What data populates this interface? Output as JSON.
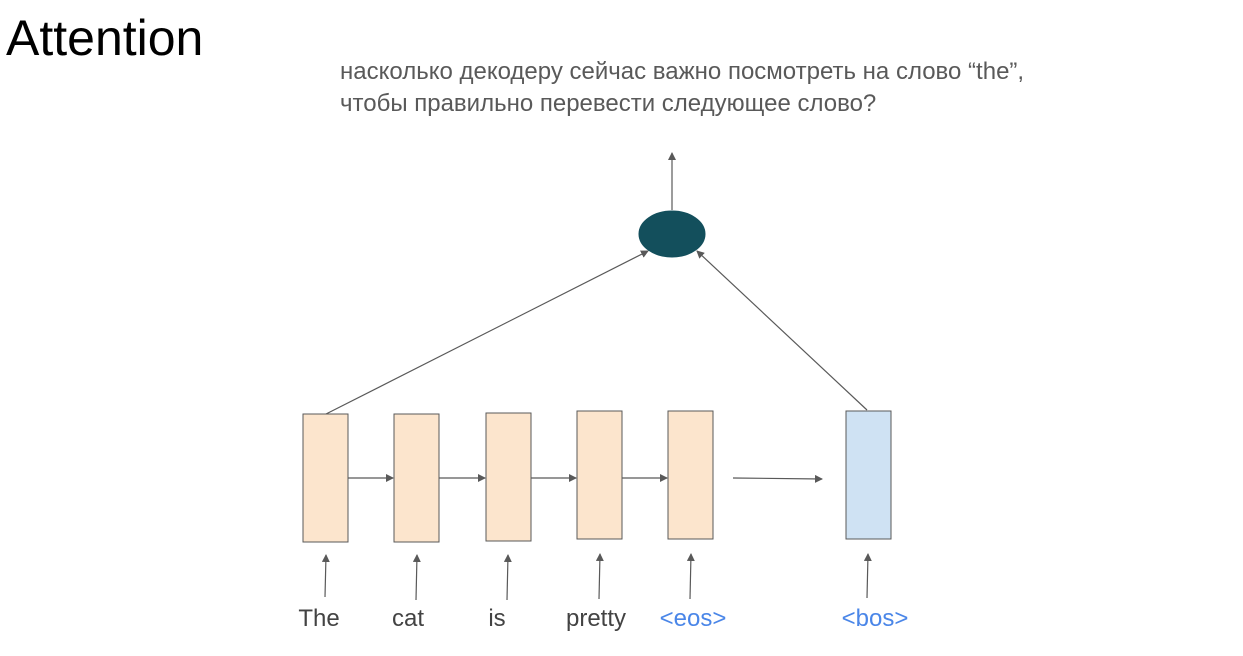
{
  "slide": {
    "title": "Attention",
    "question_lines": [
      "насколько декодеру сейчас важно посмотреть на слово “the”,",
      "чтобы правильно перевести следующее слово?"
    ]
  },
  "encoder": {
    "tokens": [
      "The",
      "cat",
      "is",
      "pretty",
      "<eos>"
    ],
    "cell_color": "#fce5cd",
    "token_colors": [
      "#434343",
      "#434343",
      "#434343",
      "#434343",
      "#4a86e8"
    ]
  },
  "decoder": {
    "tokens": [
      "<bos>"
    ],
    "cell_color": "#cfe2f3",
    "token_colors": [
      "#4a86e8"
    ]
  },
  "attention_node": {
    "color": "#134f5c"
  },
  "colors": {
    "cell_border": "#595959",
    "arrow": "#595959"
  }
}
